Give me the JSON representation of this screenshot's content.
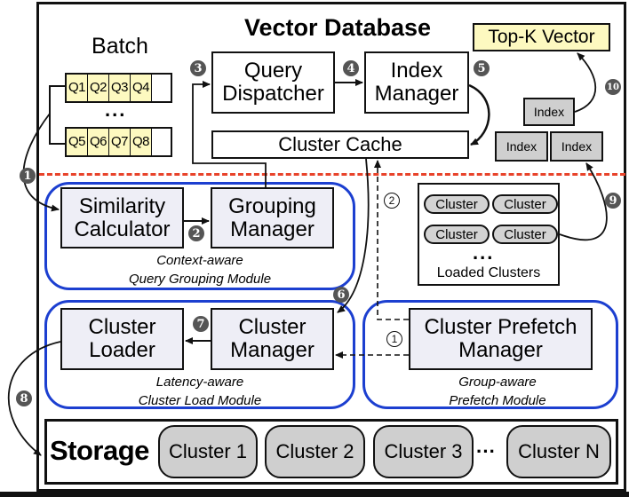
{
  "title": "Vector Database",
  "batch": {
    "label": "Batch",
    "row1": [
      "Q1",
      "Q2",
      "Q3",
      "Q4"
    ],
    "row2": [
      "Q5",
      "Q6",
      "Q7",
      "Q8"
    ],
    "ellipsis": "..."
  },
  "components": {
    "query_dispatcher": [
      "Query",
      "Dispatcher"
    ],
    "index_manager": [
      "Index",
      "Manager"
    ],
    "cluster_cache": "Cluster Cache",
    "topk_vector": "Top-K Vector",
    "index_items": [
      "Index",
      "Index",
      "Index"
    ],
    "similarity_calculator": [
      "Similarity",
      "Calculator"
    ],
    "grouping_manager": [
      "Grouping",
      "Manager"
    ],
    "cluster_loader": [
      "Cluster",
      "Loader"
    ],
    "cluster_manager": [
      "Cluster",
      "Manager"
    ],
    "cluster_prefetch_manager": [
      "Cluster Prefetch",
      "Manager"
    ]
  },
  "loaded_clusters": {
    "items": [
      "Cluster",
      "Cluster",
      "Cluster",
      "Cluster"
    ],
    "ellipsis": "...",
    "label": "Loaded Clusters"
  },
  "modules": {
    "query_grouping": [
      "Context-aware",
      "Query Grouping Module"
    ],
    "cluster_load": [
      "Latency-aware",
      "Cluster Load Module"
    ],
    "prefetch": [
      "Group-aware",
      "Prefetch Module"
    ]
  },
  "storage": {
    "label": "Storage",
    "clusters": [
      "Cluster 1",
      "Cluster 2",
      "Cluster 3",
      "Cluster N"
    ],
    "ellipsis": "···"
  },
  "steps": {
    "s1": "1",
    "s2": "2",
    "s3": "3",
    "s4": "4",
    "s5": "5",
    "s6": "6",
    "s7": "7",
    "s8": "8",
    "s9": "9",
    "s10": "10",
    "p1": "1",
    "p2": "2"
  },
  "colors": {
    "module_border": "#1c3fd0",
    "separator": "#e8432a",
    "query_fill": "#fdf9c0",
    "component_fill": "#eeeef6",
    "cluster_fill": "#cfcfcf"
  }
}
